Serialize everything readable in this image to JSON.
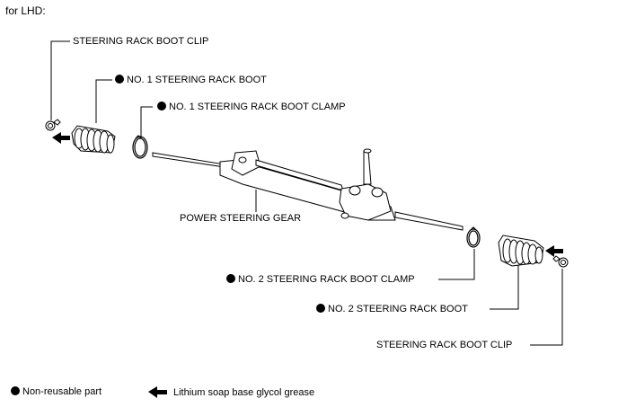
{
  "header": {
    "title": "for LHD:"
  },
  "labels": {
    "steering_rack_boot_clip_1": "STEERING RACK BOOT CLIP",
    "no1_steering_rack_boot": "NO. 1 STEERING RACK BOOT",
    "no1_steering_rack_boot_clamp": "NO. 1 STEERING RACK BOOT CLAMP",
    "power_steering_gear": "POWER STEERING GEAR",
    "no2_steering_rack_boot_clamp": "NO. 2 STEERING RACK BOOT CLAMP",
    "no2_steering_rack_boot": "NO. 2 STEERING RACK BOOT",
    "steering_rack_boot_clip_2": "STEERING RACK BOOT CLIP"
  },
  "legend": {
    "non_reusable": "Non-reusable part",
    "grease": "Lithium soap base glycol grease"
  }
}
